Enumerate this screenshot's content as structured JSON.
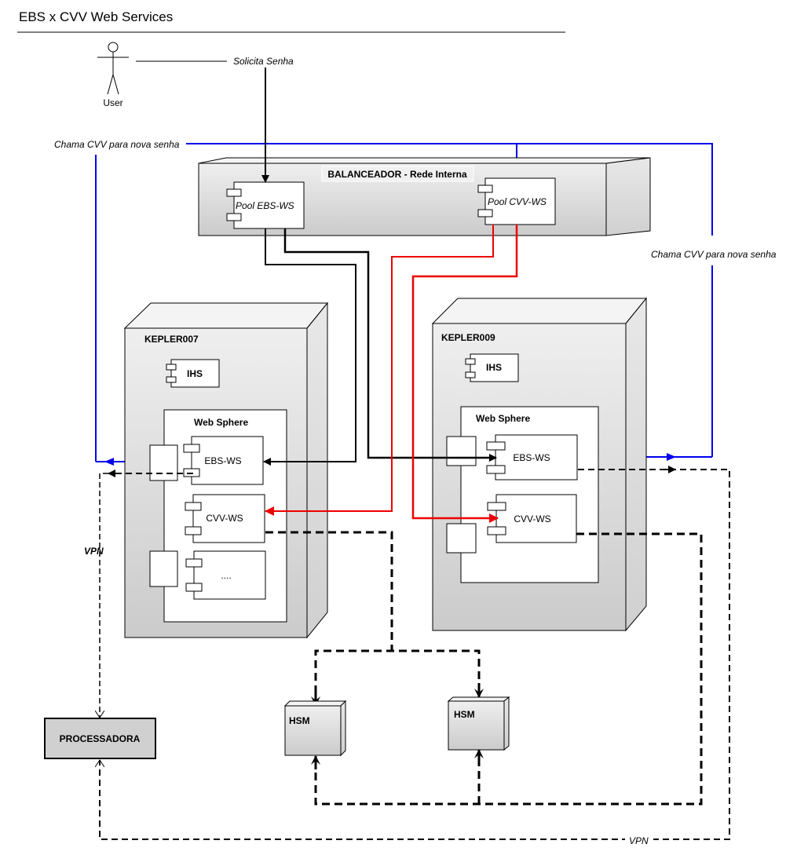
{
  "title": "EBS x CVV Web Services",
  "actor": {
    "label": "User"
  },
  "annotations": {
    "solicita_senha": "Solicita Senha",
    "chama_cvv_left": "Chama CVV para nova senha",
    "chama_cvv_right": "Chama CVV para nova senha",
    "vpn_left": "VPN",
    "vpn_bottom": "VPN"
  },
  "balancer": {
    "label": "BALANCEADOR - Rede Interna",
    "pool_ebs": "Pool EBS-WS",
    "pool_cvv": "Pool CVV-WS"
  },
  "servers": [
    {
      "name": "KEPLER007",
      "ihs": "IHS",
      "websphere": "Web Sphere",
      "components": [
        "EBS-WS",
        "CVV-WS",
        "...."
      ]
    },
    {
      "name": "KEPLER009",
      "ihs": "IHS",
      "websphere": "Web Sphere",
      "components": [
        "EBS-WS",
        "CVV-WS"
      ]
    }
  ],
  "hsm": [
    {
      "label": "HSM"
    },
    {
      "label": "HSM"
    }
  ],
  "processadora": {
    "label": "PROCESSADORA"
  },
  "colors": {
    "blue_flow": "#0000ee",
    "red_flow": "#ee0000",
    "black_flow": "#000000",
    "node_fill_top": "#efefef",
    "node_fill_bottom": "#cccccc"
  }
}
